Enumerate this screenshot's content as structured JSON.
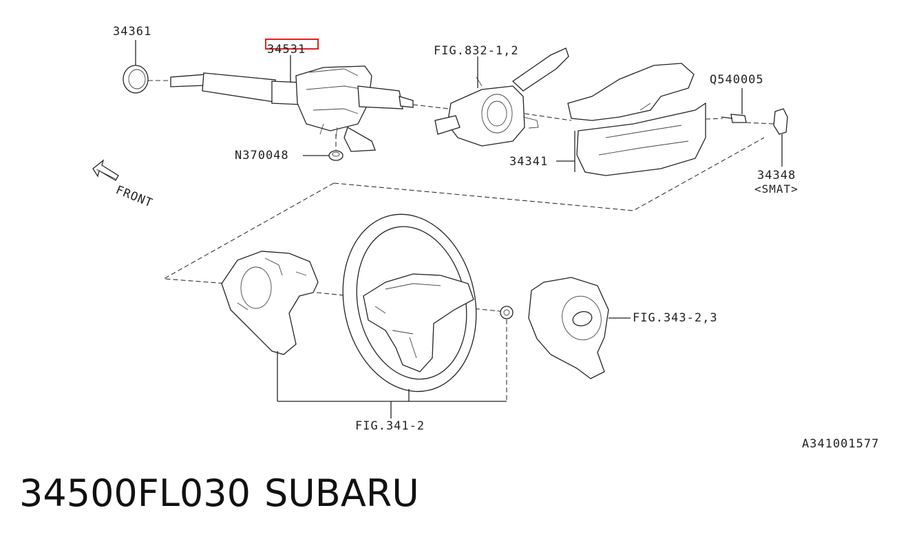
{
  "labels": {
    "steering_shaft_seal": "34361",
    "steering_column": "34531",
    "combination_switch_ref": "FIG.832-1,2",
    "screw": "Q540005",
    "nut": "N370048",
    "column_cover": "34341",
    "bracket_part": "34348",
    "bracket_note": "<SMAT>",
    "airbag_ref": "FIG.343-2,3",
    "steering_wheel_ref": "FIG.341-2",
    "front_label": "FRONT",
    "diagram_id": "A341001577"
  },
  "footer": {
    "part_number": "34500FL030",
    "brand": "SUBARU"
  },
  "highlight": {
    "target": "34531",
    "color": "#e02020"
  }
}
